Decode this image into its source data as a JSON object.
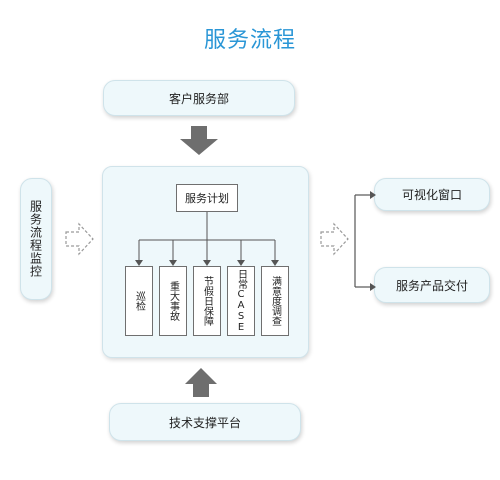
{
  "title": "服务流程",
  "top_box": "客户服务部",
  "bottom_box": "技术支撑平台",
  "left_box": "服务流程监控",
  "center": {
    "plan": "服务计划",
    "items": [
      "巡检",
      "重大事故",
      "节假日保障",
      "日常CASE",
      "满意度调查"
    ]
  },
  "right_boxes": [
    "可视化窗口",
    "服务产品交付"
  ],
  "colors": {
    "title": "#2a96d6",
    "box_fill": "#eef8fb",
    "arrow_dark": "#6e6e6e"
  }
}
